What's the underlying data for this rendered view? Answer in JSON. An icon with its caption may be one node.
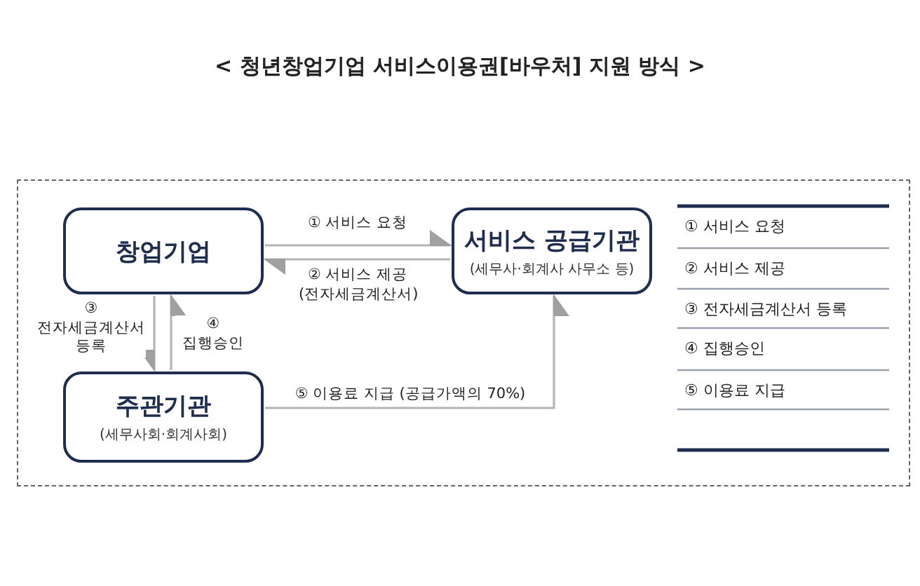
{
  "diagram": {
    "title": "< 청년창업기업 서비스이용권[바우처] 지원 방식 >",
    "nodes": [
      {
        "text": [
          "창업기업"
        ]
      },
      {
        "text": [
          "서비스 공급기관",
          "(세무사·회계사 사무소 등)"
        ]
      },
      {
        "text": [
          "주관기관",
          "(세무사회·회계사회)"
        ]
      }
    ],
    "edges": [
      {
        "from": 0,
        "to": 1,
        "arrow": "to",
        "label": "① 서비스 요청"
      },
      {
        "from": 1,
        "to": 0,
        "arrow": "to",
        "label": "② 서비스 제공 (전자세금계산서)"
      },
      {
        "from": 0,
        "to": 2,
        "arrow": "to",
        "label": "③ 전자세금계산서 등록"
      },
      {
        "from": 2,
        "to": 0,
        "arrow": "to",
        "label": "④ 집행승인"
      },
      {
        "from": 2,
        "to": 1,
        "arrow": "to",
        "label": "⑤ 이용료 지급 (공급가액의 70%)"
      }
    ],
    "labels": [
      "① 서비스 요청",
      "② 서비스 제공",
      "③ 전자세금계산서 등록",
      "④ 집행승인",
      "⑤ 이용료 지급"
    ]
  }
}
